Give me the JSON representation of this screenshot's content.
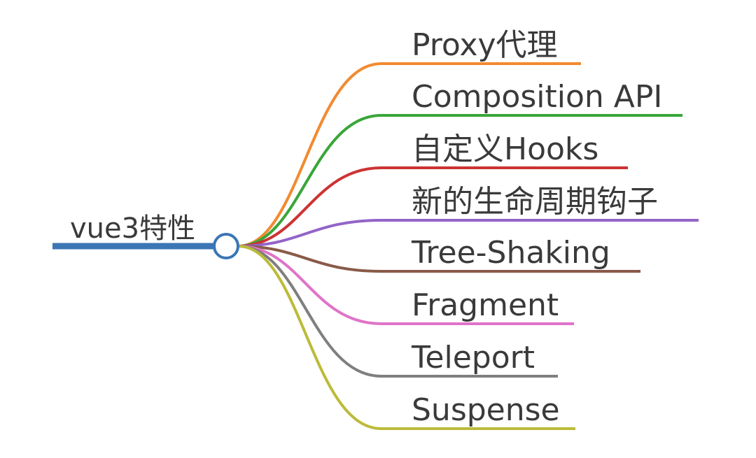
{
  "root": {
    "label": "vue3特性",
    "color": "#3b76b5"
  },
  "branches": [
    {
      "label": "Proxy代理",
      "color": "#f28a30"
    },
    {
      "label": "Composition API",
      "color": "#3aa639"
    },
    {
      "label": "自定义Hooks",
      "color": "#cc3333"
    },
    {
      "label": "新的生命周期钩子",
      "color": "#9364c8"
    },
    {
      "label": "Tree-Shaking",
      "color": "#8a5a48"
    },
    {
      "label": "Fragment",
      "color": "#df74c8"
    },
    {
      "label": "Teleport",
      "color": "#7f7f7f"
    },
    {
      "label": "Suspense",
      "color": "#bcbb3a"
    }
  ]
}
